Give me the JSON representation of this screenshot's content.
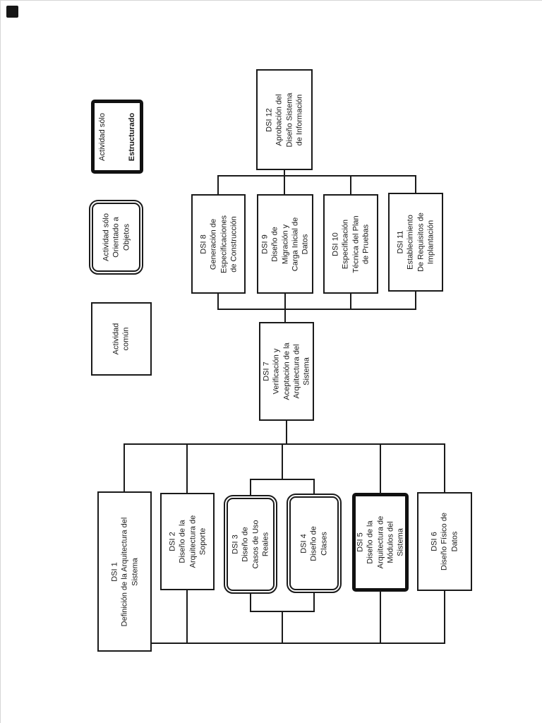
{
  "page": {
    "background": "#ffffff",
    "line_color": "#1a1a1a"
  },
  "legend": {
    "structured": {
      "line1": "Actividad sólo",
      "line2": "Estructurado"
    },
    "oo": {
      "text": "Actividad sólo\nOrientado a\nObjetos"
    },
    "common": {
      "text": "Actividad\ncomún"
    }
  },
  "nodes": [
    {
      "id": "DSI 1",
      "type": "common",
      "text": "DSI 1\nDefinición de la Arquitectura del\nSistema"
    },
    {
      "id": "DSI 2",
      "type": "common",
      "text": "DSI 2\nDiseño de la\nArquitectura de\nSoporte"
    },
    {
      "id": "DSI 3",
      "type": "oo",
      "text": "DSI 3\nDiseño de\nCasos de Uso\nReales"
    },
    {
      "id": "DSI 4",
      "type": "oo",
      "text": "DSI 4\nDiseño de\nClases"
    },
    {
      "id": "DSI 5",
      "type": "thick",
      "text": "DSI 5\nDiseño de la\nArquitectura de\nMódulos del\nSistema"
    },
    {
      "id": "DSI 6",
      "type": "common",
      "text": "DSI 6\nDiseño Físico de\nDatos"
    },
    {
      "id": "DSI 7",
      "type": "common",
      "text": "DSI 7\nVerificación y\nAceptación de la\nArquitectura del\nSistema"
    },
    {
      "id": "DSI 8",
      "type": "common",
      "text": "DSI 8\nGeneración de\nEspecificaciones\nde Construcción"
    },
    {
      "id": "DSI 9",
      "type": "common",
      "text": "DSI 9\nDiseño de\nMigración y\nCarga Inicial de\nDatos"
    },
    {
      "id": "DSI 10",
      "type": "common",
      "text": "DSI 10\nEspecificación\nTécnica del Plan\nde Pruebas"
    },
    {
      "id": "DSI 11",
      "type": "common",
      "text": "DSI 11\nEstablecimiento\nDe Requisitos de\nImplantación"
    },
    {
      "id": "DSI 12",
      "type": "common",
      "text": "DSI 12\nAprobación del\nDiseño Sistema\nde Información"
    }
  ],
  "connections": [
    {
      "from": "DSI 12",
      "to": [
        "DSI 8",
        "DSI 9",
        "DSI 10",
        "DSI 11"
      ]
    },
    {
      "from": [
        "DSI 8",
        "DSI 9",
        "DSI 10",
        "DSI 11"
      ],
      "to": "DSI 7"
    },
    {
      "from": "DSI 7",
      "to": [
        "DSI 1",
        "DSI 2",
        "DSI 3",
        "DSI 4",
        "DSI 5",
        "DSI 6"
      ]
    },
    {
      "from": [
        "DSI 2",
        "DSI 3",
        "DSI 4",
        "DSI 5",
        "DSI 6"
      ],
      "to": "DSI 1"
    }
  ]
}
